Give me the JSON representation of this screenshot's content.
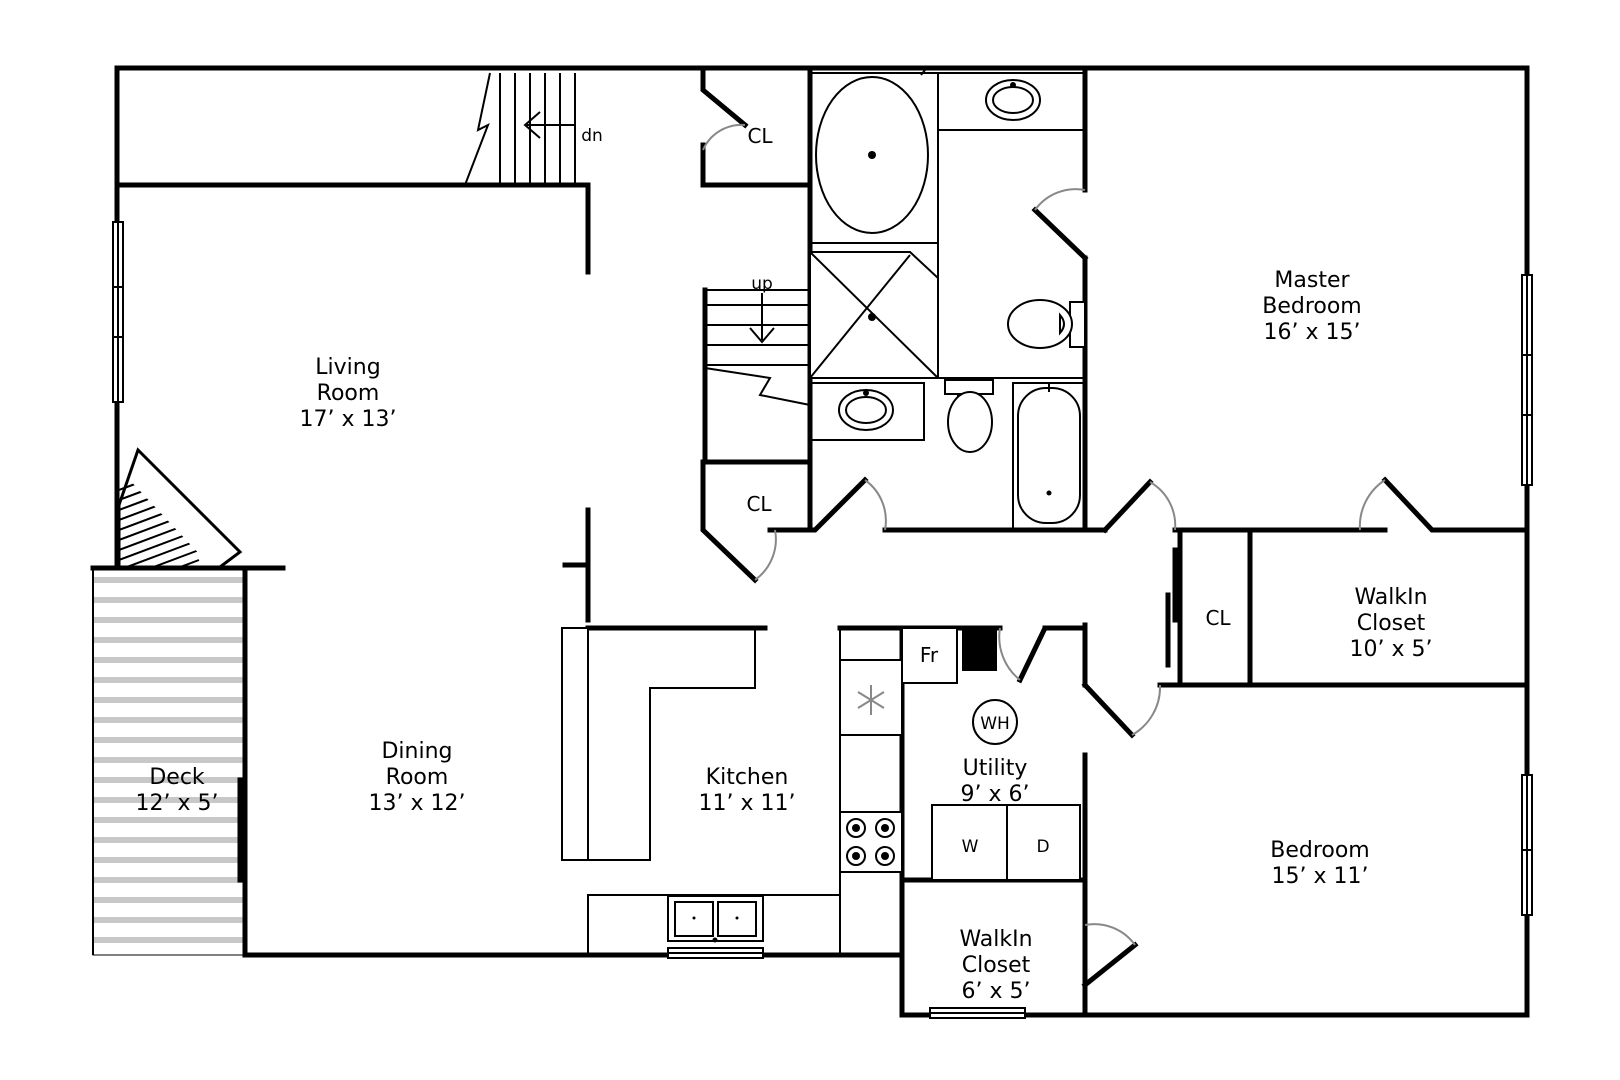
{
  "rooms": {
    "living": {
      "name_1": "Living",
      "name_2": "Room",
      "size": "17’ x 13’"
    },
    "dining": {
      "name_1": "Dining",
      "name_2": "Room",
      "size": "13’ x 12’"
    },
    "kitchen": {
      "name": "Kitchen",
      "size": "11’ x 11’"
    },
    "deck": {
      "name": "Deck",
      "size": "12’ x 5’"
    },
    "master": {
      "name_1": "Master",
      "name_2": "Bedroom",
      "size": "16’ x 15’"
    },
    "walkin_1": {
      "name_1": "WalkIn",
      "name_2": "Closet",
      "size": "10’ x 5’"
    },
    "bedroom": {
      "name": "Bedroom",
      "size": "15’ x 11’"
    },
    "utility": {
      "name": "Utility",
      "size": "9’ x 6’"
    },
    "walkin_2": {
      "name_1": "WalkIn",
      "name_2": "Closet",
      "size": "6’ x 5’"
    }
  },
  "labels": {
    "closet_top": "CL",
    "closet_mid": "CL",
    "closet_right": "CL",
    "stair_down": "dn",
    "stair_up": "up",
    "fridge": "Fr",
    "water_heater": "WH",
    "washer": "W",
    "dryer": "D"
  },
  "icons": [
    "stair-arrow-icon",
    "snowflake-icon",
    "stove-icon",
    "sink-icon",
    "toilet-icon",
    "bathtub-icon",
    "shower-icon"
  ]
}
